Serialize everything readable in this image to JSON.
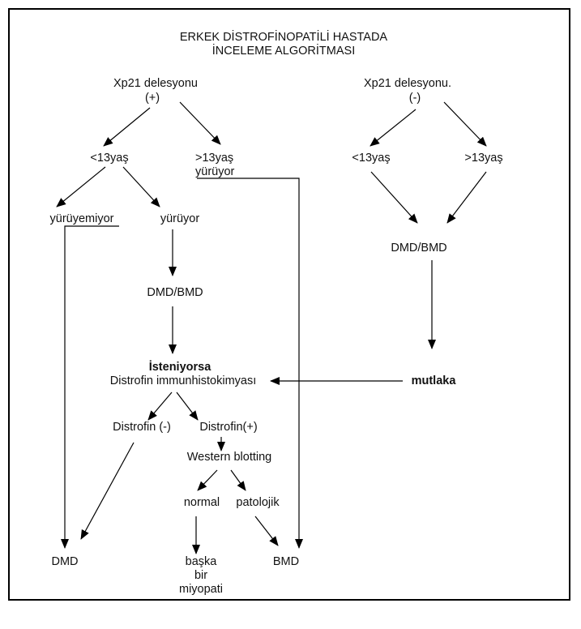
{
  "title": {
    "line1": "ERKEK DİSTROFİNOPATİLİ HASTADA",
    "line2": "İNCELEME ALGORİTMASI"
  },
  "nodes": {
    "xp21_pos_line1": "Xp21 delesyonu",
    "xp21_pos_line2": "(+)",
    "xp21_neg_line1": "Xp21 delesyonu.",
    "xp21_neg_line2": "(-)",
    "left_under13": "<13yaş",
    "left_over13_line1": ">13yaş",
    "left_over13_line2": "yürüyor",
    "right_under13": "<13yaş",
    "right_over13": ">13yaş",
    "not_walking": "yürüyemiyor",
    "walking": "yürüyor",
    "left_dmd_bmd": "DMD/BMD",
    "right_dmd_bmd": "DMD/BMD",
    "if_wanted": "İsteniyorsa",
    "immuno": "Distrofin immunhistokimyası",
    "mandatory": "mutlaka",
    "distrofin_neg": "Distrofin (-)",
    "distrofin_pos": "Distrofin(+)",
    "western": "Western blotting",
    "normal": "normal",
    "pathologic": "patolojik",
    "dmd": "DMD",
    "other_line1": "başka",
    "other_line2": "bir",
    "other_line3": "miyopati",
    "bmd": "BMD"
  }
}
